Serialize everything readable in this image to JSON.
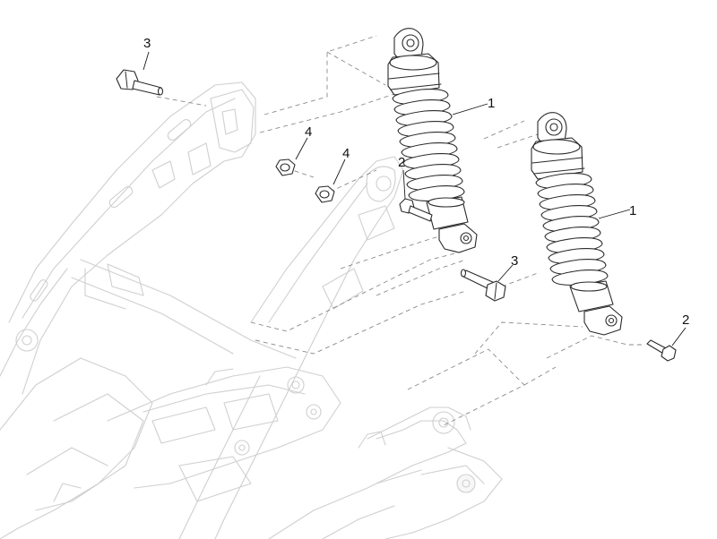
{
  "callouts": {
    "shock_left": "1",
    "shock_right": "1",
    "bolt_top_left": "3",
    "bolt_middle": "3",
    "nut_left": "4",
    "nut_right": "4",
    "screw_left": "2",
    "screw_right": "2"
  },
  "colors": {
    "part_stroke": "#2a2a2a",
    "frame_stroke": "#cfcfcf",
    "dashed_guides": "#8a8a8a"
  }
}
